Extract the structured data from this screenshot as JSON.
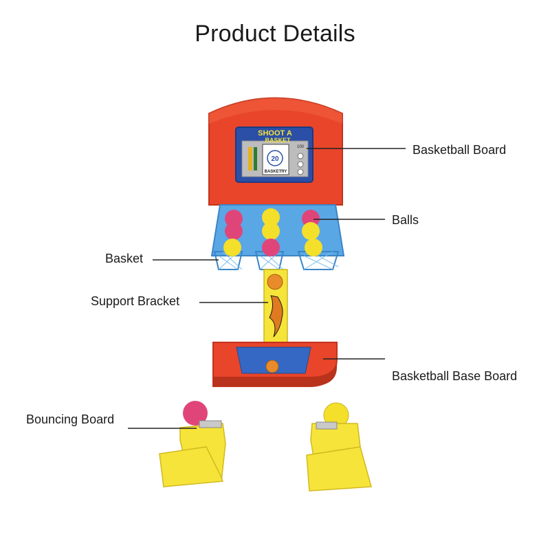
{
  "title": "Product Details",
  "callouts": {
    "basketball_board": "Basketball Board",
    "balls": "Balls",
    "basket": "Basket",
    "support_bracket": "Support Bracket",
    "base_board": "Basketball Base Board",
    "bouncing_board": "Bouncing Board"
  },
  "toy": {
    "sign_text_line1": "SHOOT A",
    "sign_text_line2": "BASKET",
    "score_value": "20",
    "score_label": "BASKETRY",
    "score_tick_top": "100",
    "colors": {
      "board_red": "#e8452a",
      "basket_blue": "#5aa7e6",
      "ball_pink": "#e0457a",
      "ball_yellow": "#f4df2a",
      "stand_yellow": "#f6e43a"
    }
  }
}
